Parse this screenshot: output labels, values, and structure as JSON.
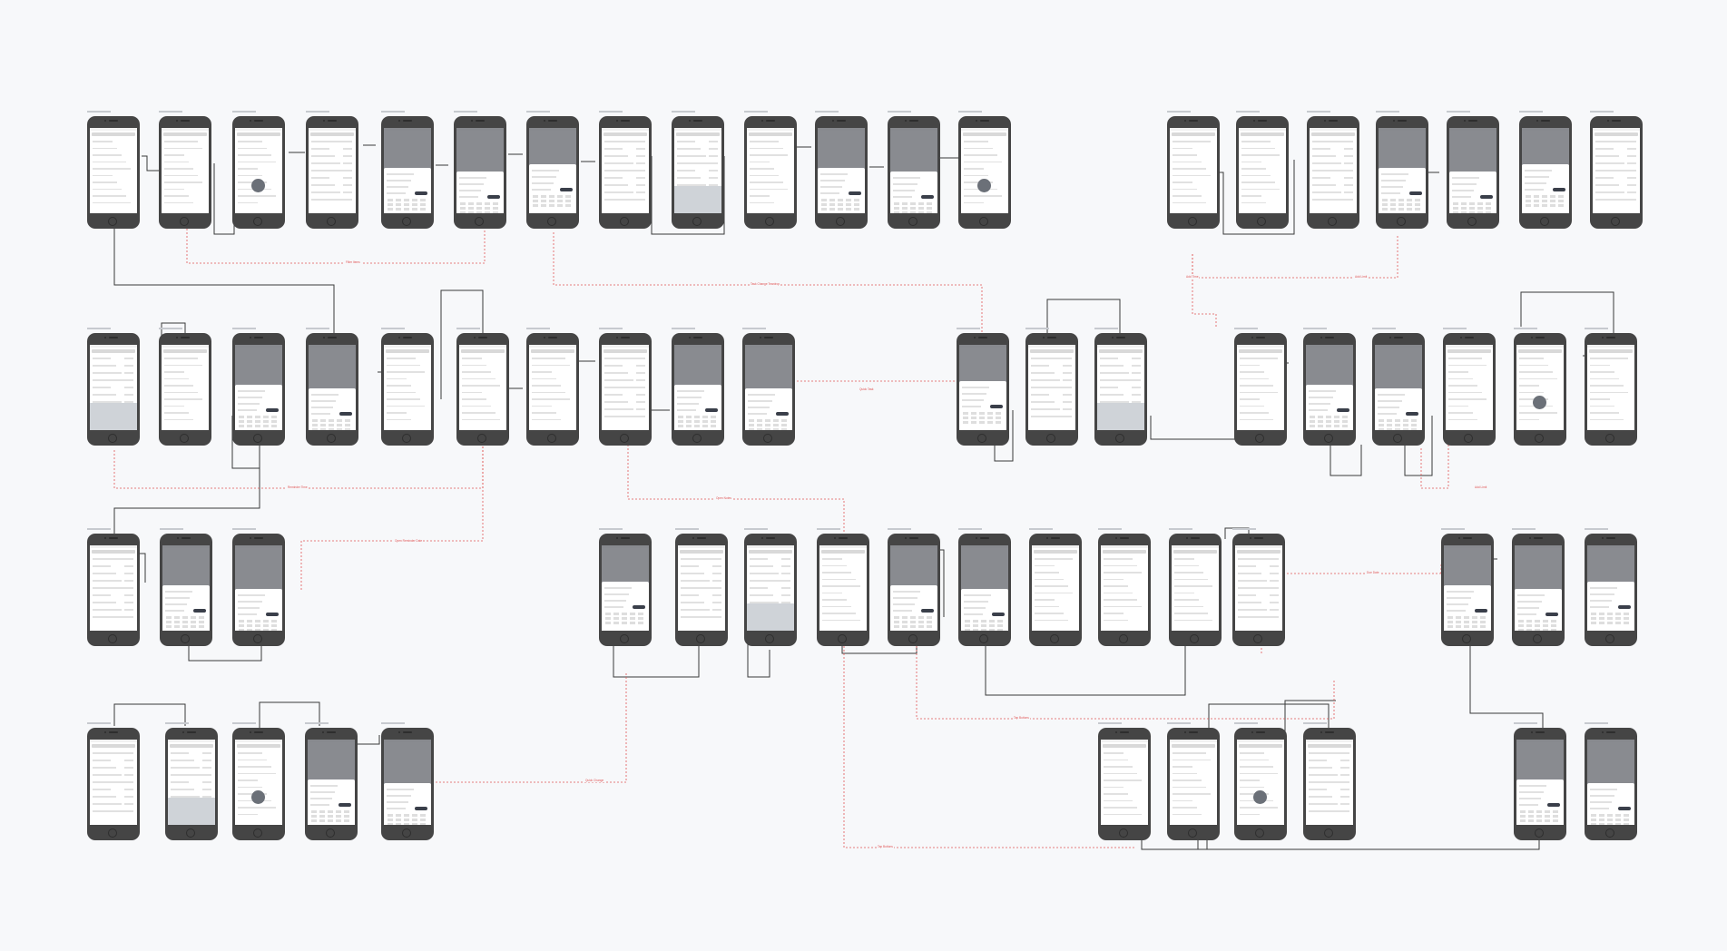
{
  "flow": {
    "labels": {
      "l1": "Filter Items",
      "l2": "Task Change Teardrop",
      "l3": "Quick Task",
      "l4": "Add Time",
      "l5": "Add Limit",
      "l6": "Reminder Time",
      "l7": "Open Notes",
      "l8": "Open Reminder Date",
      "l9": "Add Limit",
      "l10": "Due Date",
      "l11": "Tap Buttons",
      "l12": "Tap Buttons",
      "l13": "Quick Change"
    },
    "screen_variants": [
      "list",
      "list",
      "list",
      "form",
      "sheet",
      "sheet",
      "sheet",
      "form",
      "form",
      "list",
      "sheet",
      "sheet"
    ]
  },
  "colors": {
    "background": "#f7f8fa",
    "phone_body": "#454545",
    "screen": "#ffffff",
    "solid_connector": "#3a3a3a",
    "dashed_connector": "#e05555"
  }
}
